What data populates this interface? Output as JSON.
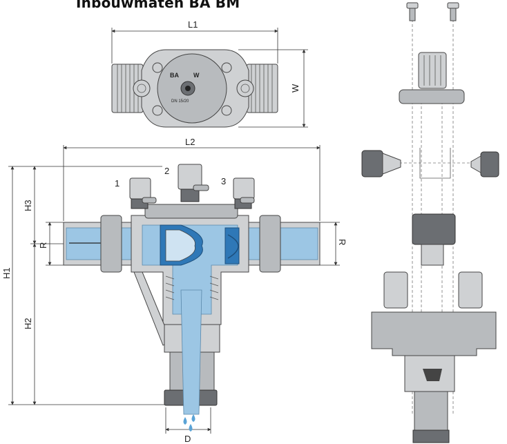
{
  "title": "Inbouwmaten BA BM",
  "dimensions": {
    "L1": "L1",
    "L2": "L2",
    "W": "W",
    "H1": "H1",
    "H2": "H2",
    "H3": "H3",
    "R_left": "R",
    "R_right": "R",
    "D": "D"
  },
  "test_points": [
    "1",
    "2",
    "3"
  ],
  "top_view_markings": {
    "left": "BA",
    "right": "W",
    "bottom": "DN 15/20"
  },
  "colors": {
    "water": "#9cc6e4",
    "blue_part": "#2f78b7",
    "metal": "#cfd1d3"
  }
}
